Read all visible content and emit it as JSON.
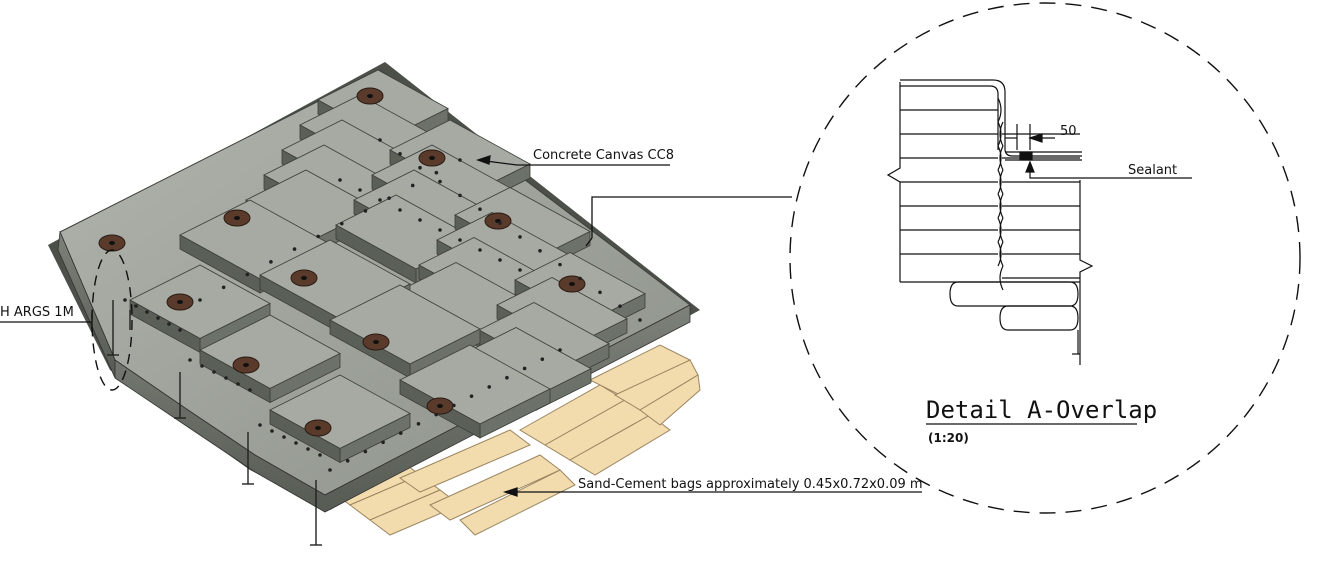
{
  "labels": {
    "concrete_canvas": "Concrete Canvas CC8",
    "args_anchor": "H ARGS 1M",
    "sand_cement_bags": "Sand-Cement bags approximately 0.45x0.72x0.09  m",
    "dimension_50": "50",
    "sealant": "Sealant",
    "detail_title": "Detail A-Overlap",
    "detail_scale": "(1:20)"
  },
  "colors": {
    "concrete_top": "#9ea39b",
    "concrete_side": "#6f746c",
    "concrete_dark": "#454a43",
    "anchor_plate": "#5a3a2a",
    "sandbag": "#f2dcae",
    "sandbag_edge": "#9c8560",
    "line": "#111111"
  }
}
